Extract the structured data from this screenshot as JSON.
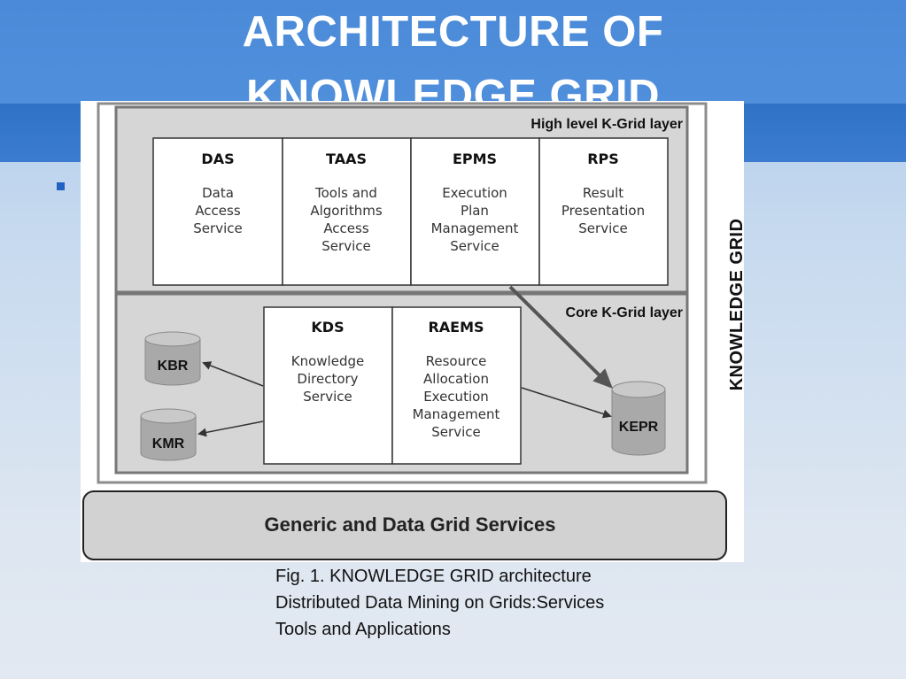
{
  "slide": {
    "title_lines": [
      "ARCHITECTURE OF",
      "KNOWLEDGE GRID"
    ],
    "accent_color": "#4a8ad8",
    "bullet_color": "#1f63c2"
  },
  "diagram": {
    "side_label": "KNOWLEDGE GRID",
    "high_layer_label": "High level K-Grid layer",
    "core_layer_label": "Core K-Grid layer",
    "high_services": [
      {
        "abbr": "DAS",
        "lines": [
          "Data",
          "Access",
          "Service"
        ]
      },
      {
        "abbr": "TAAS",
        "lines": [
          "Tools and",
          "Algorithms",
          "Access",
          "Service"
        ]
      },
      {
        "abbr": "EPMS",
        "lines": [
          "Execution",
          "Plan",
          "Management",
          "Service"
        ]
      },
      {
        "abbr": "RPS",
        "lines": [
          "Result",
          "Presentation",
          "Service"
        ]
      }
    ],
    "core_services": [
      {
        "abbr": "KDS",
        "lines": [
          "Knowledge",
          "Directory",
          "Service"
        ]
      },
      {
        "abbr": "RAEMS",
        "lines": [
          "Resource",
          "Allocation",
          "Execution",
          "Management",
          "Service"
        ]
      }
    ],
    "repositories": [
      "KBR",
      "KMR",
      "KEPR"
    ],
    "base_layer_label": "Generic and Data Grid Services"
  },
  "caption": {
    "lines": [
      "Fig. 1. KNOWLEDGE GRID architecture",
      "Distributed Data Mining on Grids:Services",
      "Tools and Applications"
    ]
  }
}
